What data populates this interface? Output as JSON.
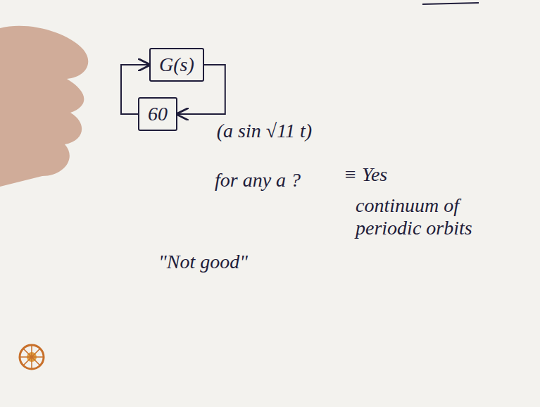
{
  "diagram": {
    "nodes": [
      {
        "text": [
          "G(s)"
        ]
      },
      {
        "text": [
          "60"
        ]
      }
    ],
    "edges": [
      {
        "from": 0,
        "to": 1,
        "arrow": "to",
        "label": "(a sin √11 t)"
      },
      {
        "from": 1,
        "to": 0,
        "arrow": "to"
      }
    ],
    "labels": [
      "for any a ?",
      "≡ Yes",
      "continuum of periodic orbits",
      "\"Not good\""
    ]
  }
}
